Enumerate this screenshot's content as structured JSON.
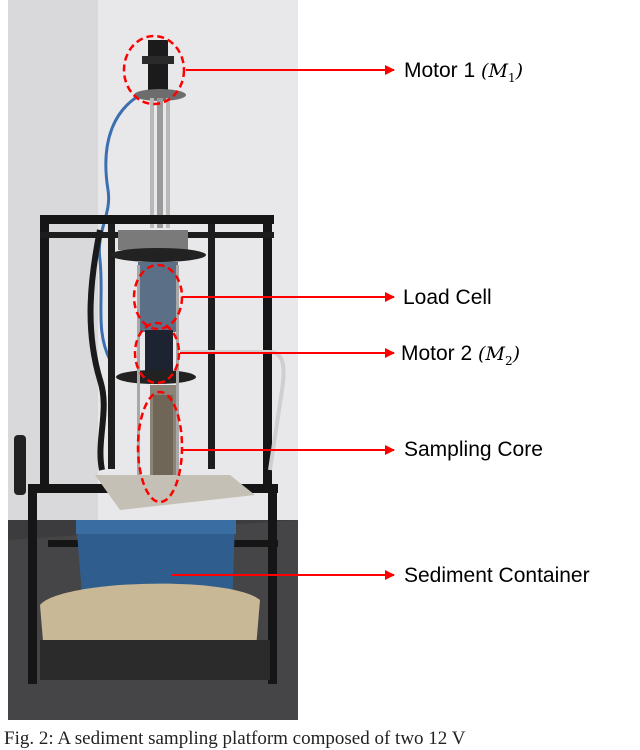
{
  "labels": {
    "motor1": {
      "text": "Motor 1",
      "symbol": "M",
      "sub": "1"
    },
    "load_cell": {
      "text": "Load Cell"
    },
    "motor2": {
      "text": "Motor 2",
      "symbol": "M",
      "sub": "2"
    },
    "sampling_core": {
      "text": "Sampling Core"
    },
    "sediment_container": {
      "text": "Sediment Container"
    }
  },
  "caption": "Fig. 2: A sediment sampling platform composed of two 12 V",
  "colors": {
    "accent": "#ff0000",
    "frame": "#111111",
    "container": "#2e5a88",
    "wall": "#e4e4e6",
    "floor": "#3a3a3a"
  }
}
